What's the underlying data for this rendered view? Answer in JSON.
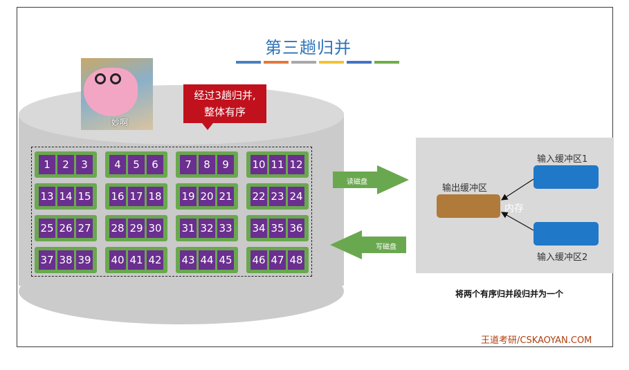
{
  "title": "第三趟归并",
  "title_bar_colors": [
    "#4a7fc0",
    "#e07a3a",
    "#a8a8a8",
    "#f2c232",
    "#4472c4",
    "#70ad47"
  ],
  "meme": {
    "caption": "妙啊",
    "image": "peppa-pig-meme"
  },
  "callout": {
    "line1": "经过3趟归并,",
    "line2": "整体有序"
  },
  "runs": [
    [
      "1",
      "2",
      "3"
    ],
    [
      "4",
      "5",
      "6"
    ],
    [
      "7",
      "8",
      "9"
    ],
    [
      "10",
      "11",
      "12"
    ],
    [
      "13",
      "14",
      "15"
    ],
    [
      "16",
      "17",
      "18"
    ],
    [
      "19",
      "20",
      "21"
    ],
    [
      "22",
      "23",
      "24"
    ],
    [
      "25",
      "26",
      "27"
    ],
    [
      "28",
      "29",
      "30"
    ],
    [
      "31",
      "32",
      "33"
    ],
    [
      "34",
      "35",
      "36"
    ],
    [
      "37",
      "38",
      "39"
    ],
    [
      "40",
      "41",
      "42"
    ],
    [
      "43",
      "44",
      "45"
    ],
    [
      "46",
      "47",
      "48"
    ]
  ],
  "arrows": {
    "read_disk": "读磁盘",
    "write_disk": "写磁盘"
  },
  "memory": {
    "label": "内存",
    "input_buffer_1": "输入缓冲区1",
    "input_buffer_2": "输入缓冲区2",
    "output_buffer": "输出缓冲区"
  },
  "caption": "将两个有序归并段归并为一个",
  "brand": "王道考研/CSKAOYAN.COM",
  "colors": {
    "run_green": "#6aa84f",
    "cell_purple": "#6a2f8f",
    "input_buffer_blue": "#1f78c8",
    "output_buffer_brown": "#b07a3a",
    "callout_red": "#c0111d",
    "title_blue": "#2e72b8"
  }
}
